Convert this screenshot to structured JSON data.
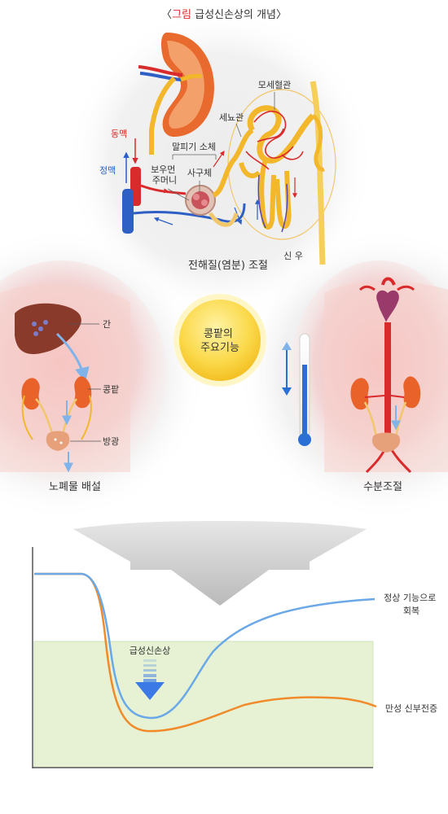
{
  "caption": {
    "open": "〈",
    "prefix": "그림",
    "title": "급성신손상의 개념",
    "close": "〉"
  },
  "nephron": {
    "artery": "동맥",
    "vein": "정맥",
    "malpighian": "말피기 소체",
    "bowman": "보우먼\n주머니",
    "glomerulus": "사구체",
    "capillary": "모세혈관",
    "tubule": "세뇨관",
    "section_title": "전해질(염분) 조절",
    "kidney_label": "신 우"
  },
  "center": {
    "title": "콩팥의\n주요기능"
  },
  "waste": {
    "liver": "간",
    "kidney": "콩팥",
    "bladder": "방광",
    "section_title": "노폐물 배설"
  },
  "water": {
    "section_title": "수분조절"
  },
  "graph": {
    "label_aki": "급성신손상",
    "label_recover": "정상 기능으로\n회복",
    "label_ckd": "만성 신부전증"
  },
  "colors": {
    "artery": "#d92b2b",
    "vein": "#2d5fc4",
    "tubule": "#f2b72b",
    "recover_line": "#6aa8e8",
    "ckd_line": "#f08a2a",
    "zone": "#e6f2d3",
    "badge": "#fbd94a"
  }
}
